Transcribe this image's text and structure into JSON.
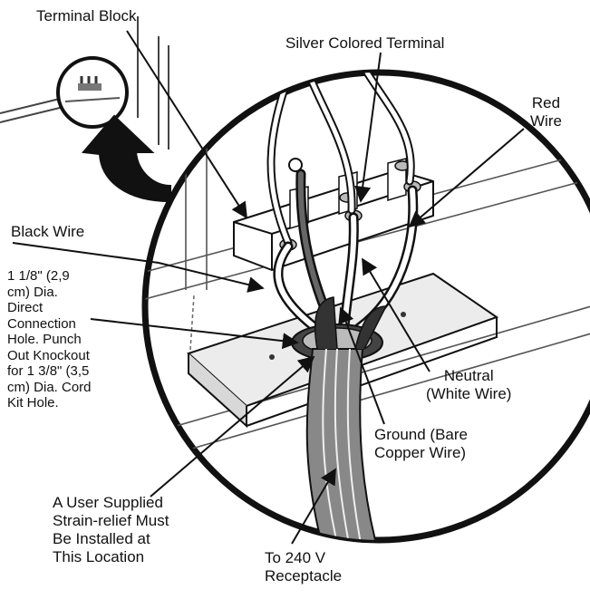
{
  "diagram": {
    "labels": {
      "terminal_block": "Terminal Block",
      "silver_terminal": "Silver Colored Terminal",
      "red_wire": "Red\nWire",
      "black_wire": "Black Wire",
      "knockout": "1 1/8\" (2,9\ncm) Dia.\nDirect\nConnection\nHole. Punch\nOut Knockout\nfor 1 3/8\" (3,5\ncm) Dia. Cord\nKit Hole.",
      "neutral": "Neutral\n(White Wire)",
      "ground": "Ground (Bare\nCopper Wire)",
      "strain_relief": "A User Supplied\nStrain-relief Must\nBe Installed at\nThis Location",
      "receptacle": "To 240 V\nReceptacle"
    }
  }
}
